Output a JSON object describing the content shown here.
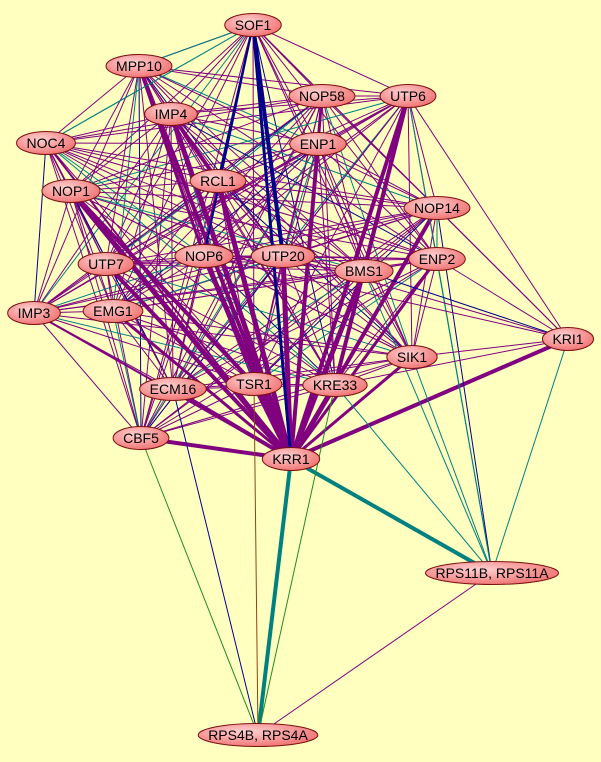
{
  "nodes": [
    "SOF1",
    "MPP10",
    "NOP58",
    "UTP6",
    "IMP4",
    "NOC4",
    "ENP1",
    "RCL1",
    "NOP1",
    "NOP14",
    "NOP6",
    "UTP20",
    "UTP7",
    "BMS1",
    "ENP2",
    "IMP3",
    "EMG1",
    "KRI1",
    "SIK1",
    "ECM16",
    "TSR1",
    "KRE33",
    "CBF5",
    "KRR1",
    "RPS11B, RPS11A",
    "RPS4B, RPS4A"
  ],
  "core_nodes": [
    "SOF1",
    "MPP10",
    "NOP58",
    "UTP6",
    "IMP4",
    "NOC4",
    "ENP1",
    "RCL1",
    "NOP1",
    "NOP14",
    "NOP6",
    "UTP20",
    "UTP7",
    "BMS1",
    "ENP2",
    "IMP3",
    "EMG1",
    "SIK1",
    "ECM16",
    "TSR1",
    "KRE33",
    "CBF5"
  ],
  "edge_colors": {
    "purple": "#800080",
    "blue": "#00008b",
    "teal": "#008080",
    "green": "#228b22",
    "brown": "#8b4513"
  },
  "edges": [
    [
      "KRR1",
      "IMP4",
      "purple",
      5
    ],
    [
      "KRR1",
      "NOP1",
      "purple",
      5
    ],
    [
      "KRR1",
      "MPP10",
      "purple",
      4
    ],
    [
      "KRR1",
      "RCL1",
      "purple",
      5
    ],
    [
      "KRR1",
      "NOP6",
      "purple",
      5
    ],
    [
      "KRR1",
      "UTP20",
      "purple",
      5
    ],
    [
      "KRR1",
      "ENP1",
      "purple",
      4
    ],
    [
      "KRR1",
      "UTP6",
      "purple",
      4
    ],
    [
      "KRR1",
      "BMS1",
      "purple",
      5
    ],
    [
      "KRR1",
      "NOP14",
      "purple",
      4
    ],
    [
      "KRR1",
      "TSR1",
      "purple",
      5
    ],
    [
      "KRR1",
      "KRE33",
      "purple",
      5
    ],
    [
      "KRR1",
      "ECM16",
      "purple",
      4
    ],
    [
      "KRR1",
      "CBF5",
      "purple",
      4
    ],
    [
      "KRR1",
      "KRI1",
      "purple",
      4
    ],
    [
      "KRR1",
      "SIK1",
      "purple",
      3
    ],
    [
      "KRR1",
      "UTP7",
      "purple",
      4
    ],
    [
      "KRR1",
      "EMG1",
      "purple",
      3
    ],
    [
      "KRR1",
      "NOP58",
      "purple",
      3
    ],
    [
      "KRR1",
      "SOF1",
      "blue",
      3
    ],
    [
      "KRR1",
      "ENP2",
      "purple",
      3
    ],
    [
      "KRR1",
      "IMP3",
      "purple",
      2
    ],
    [
      "KRR1",
      "NOC4",
      "purple",
      2
    ],
    [
      "SOF1",
      "UTP20",
      "blue",
      4
    ],
    [
      "IMP4",
      "RCL1",
      "purple",
      4
    ],
    [
      "UTP6",
      "BMS1",
      "purple",
      4
    ],
    [
      "UTP6",
      "KRE33",
      "purple",
      4
    ],
    [
      "NOP1",
      "TSR1",
      "purple",
      4
    ],
    [
      "MPP10",
      "NOP6",
      "purple",
      3
    ],
    [
      "KRR1",
      "RPS11B, RPS11A",
      "teal",
      4
    ],
    [
      "KRR1",
      "RPS4B, RPS4A",
      "teal",
      4
    ],
    [
      "RPS11B, RPS11A",
      "RPS4B, RPS4A",
      "purple",
      1
    ],
    [
      "RPS11B, RPS11A",
      "KRI1",
      "teal",
      1
    ],
    [
      "RPS11B, RPS11A",
      "SIK1",
      "teal",
      1
    ],
    [
      "RPS11B, RPS11A",
      "BMS1",
      "teal",
      1
    ],
    [
      "RPS11B, RPS11A",
      "ENP2",
      "teal",
      1
    ],
    [
      "RPS11B, RPS11A",
      "KRE33",
      "teal",
      1
    ],
    [
      "RPS11B, RPS11A",
      "NOP14",
      "blue",
      1
    ],
    [
      "RPS11B, RPS11A",
      "UTP6",
      "teal",
      1
    ],
    [
      "RPS4B, RPS4A",
      "CBF5",
      "green",
      1
    ],
    [
      "RPS4B, RPS4A",
      "ECM16",
      "blue",
      1
    ],
    [
      "RPS4B, RPS4A",
      "KRE33",
      "green",
      1
    ],
    [
      "RPS4B, RPS4A",
      "TSR1",
      "brown",
      1
    ],
    [
      "KRI1",
      "UTP6",
      "purple",
      1
    ],
    [
      "KRI1",
      "SOF1",
      "purple",
      1
    ],
    [
      "KRI1",
      "NOP14",
      "purple",
      1
    ],
    [
      "KRI1",
      "BMS1",
      "blue",
      1
    ],
    [
      "KRI1",
      "ENP2",
      "purple",
      1
    ],
    [
      "KRI1",
      "SIK1",
      "purple",
      1
    ],
    [
      "KRI1",
      "UTP20",
      "purple",
      1
    ],
    [
      "KRI1",
      "KRE33",
      "purple",
      1
    ],
    [
      "KRI1",
      "NOP6",
      "purple",
      1
    ],
    [
      "SOF1",
      "MPP10",
      "teal",
      1
    ],
    [
      "SOF1",
      "NOC4",
      "teal",
      1
    ],
    [
      "SOF1",
      "RCL1",
      "blue",
      2
    ],
    [
      "SOF1",
      "NOP6",
      "blue",
      2
    ]
  ]
}
